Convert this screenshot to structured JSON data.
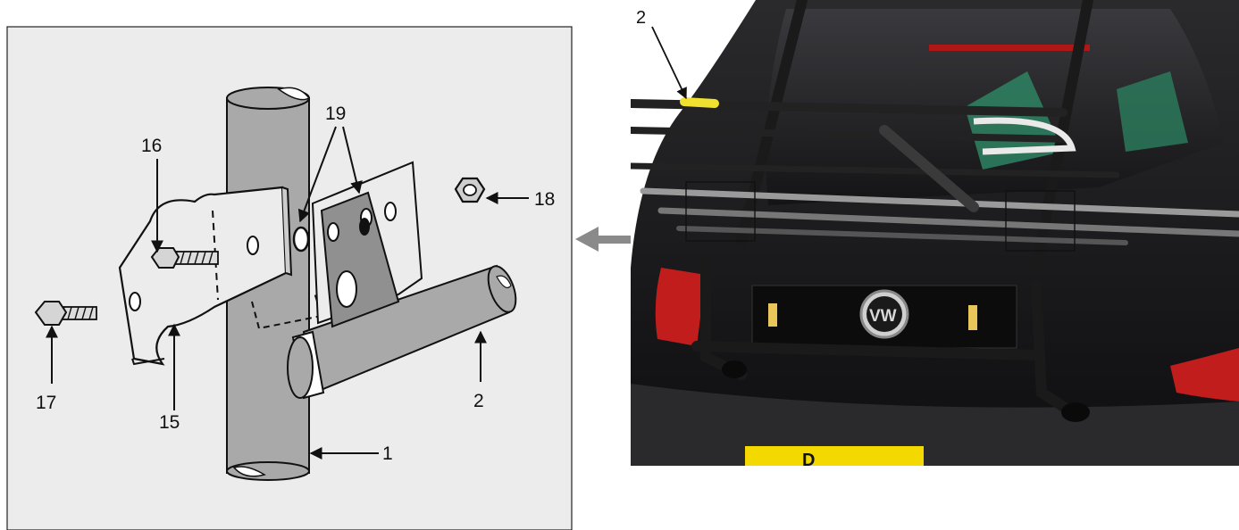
{
  "diagram": {
    "parts": [
      {
        "id": "frame-tube",
        "label": "1"
      },
      {
        "id": "arm-tube",
        "label": "2"
      },
      {
        "id": "clamp-plate",
        "label": "15"
      },
      {
        "id": "long-bolt",
        "label": "16"
      },
      {
        "id": "short-bolt",
        "label": "17"
      },
      {
        "id": "nut",
        "label": "18"
      },
      {
        "id": "washers",
        "label": "19"
      }
    ],
    "photo": {
      "callout": "2",
      "badge": "VW",
      "plate": "D"
    }
  },
  "colors": {
    "panel": "#ececec",
    "tube": "#a9a9a9",
    "bracket": "#909090",
    "ink": "#111111",
    "arrow": "#8a8a8a",
    "car_body": "#1b1b1d",
    "rack_yellow": "#f0e030",
    "tail_light": "#c21d1d",
    "plate_yellow": "#f3d900"
  }
}
